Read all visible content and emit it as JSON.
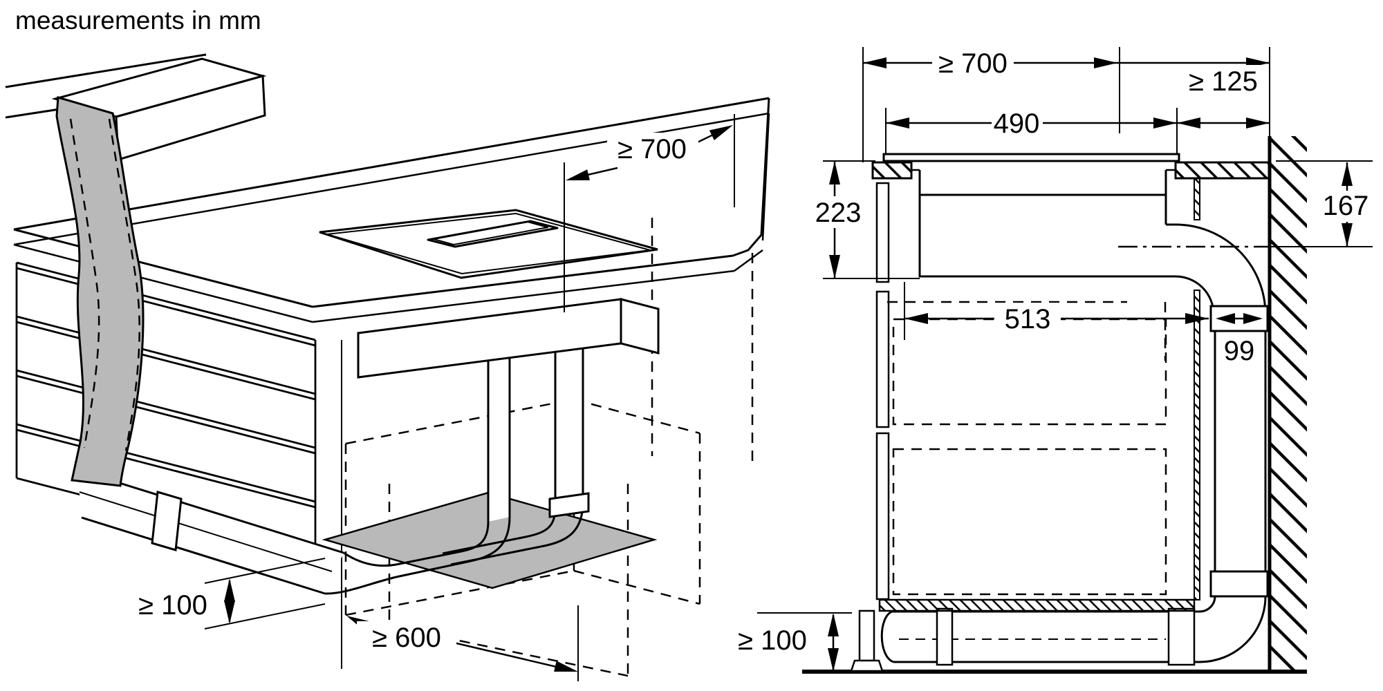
{
  "title": "measurements in mm",
  "colors": {
    "line": "#000000",
    "background": "#ffffff",
    "shade": "#b9b9b9"
  },
  "isometric_view": {
    "description": "perspective installation view of hob with downdraft duct in base cabinet",
    "dims": {
      "clearance_above": "≥ 700",
      "plinth_height": "≥ 100",
      "cabinet_width": "≥ 600"
    }
  },
  "section_view": {
    "description": "side cross-section at wall",
    "dims": {
      "worktop_depth": "≥ 700",
      "wall_clearance": "≥ 125",
      "cutout_width": "490",
      "install_depth": "223",
      "duct_axis_offset": "167",
      "depth_to_duct": "513",
      "duct_channel": "99",
      "plinth_height": "≥ 100"
    }
  }
}
